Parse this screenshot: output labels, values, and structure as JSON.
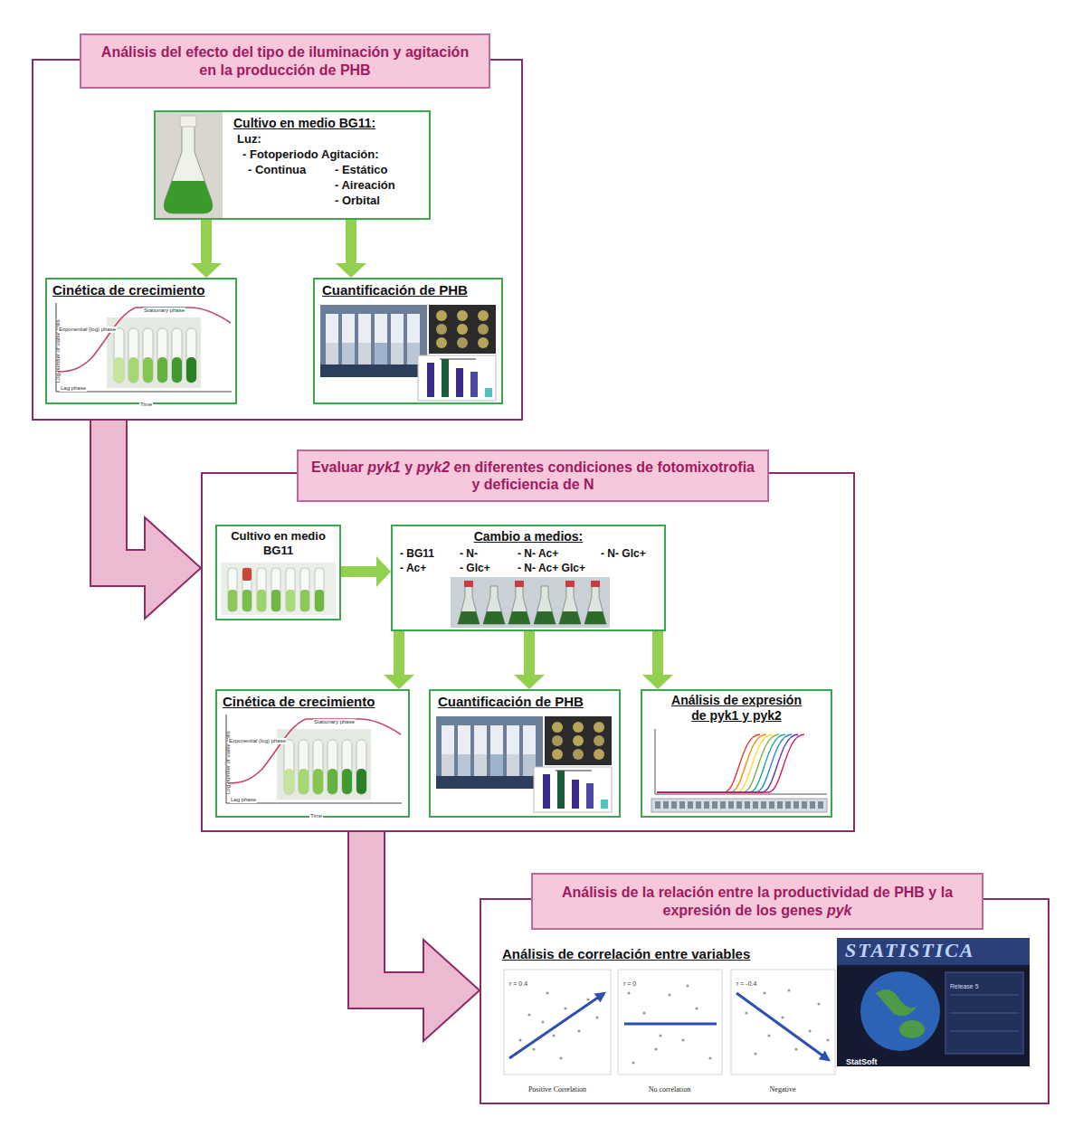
{
  "diagram": {
    "nodes": [
      {
        "text": [
          "Análisis del efecto del tipo de iluminación y agitación en la producción de PHB"
        ]
      },
      {
        "text": [
          "Cultivo en medio BG11:",
          "Luz:",
          "- Fotoperiodo",
          "- Continua",
          "Agitación:",
          "- Estático",
          "- Aireación",
          "- Orbital"
        ],
        "in": 0
      },
      {
        "text": [
          "Cinética de crecimiento"
        ],
        "in": 0
      },
      {
        "text": [
          "Cuantificación de PHB"
        ],
        "in": 0
      },
      {
        "text": [
          "Evaluar pyk1 y pyk2 en diferentes condiciones de fotomixotrofia y deficiencia de N"
        ]
      },
      {
        "text": [
          "Cultivo en medio BG11"
        ],
        "in": 4
      },
      {
        "text": [
          "Cambio a medios:",
          "- BG11",
          "- Ac+",
          "- N-",
          "- Glc+",
          "- N- Ac+",
          "- N- Ac+ Glc+",
          "- N- Glc+"
        ],
        "in": 4
      },
      {
        "text": [
          "Cinética de crecimiento"
        ],
        "in": 4
      },
      {
        "text": [
          "Cuantificación de PHB"
        ],
        "in": 4
      },
      {
        "text": [
          "Análisis de expresión de pyk1 y pyk2"
        ],
        "in": 4
      },
      {
        "text": [
          "Análisis de la relación entre la productividad de PHB y la expresión de los genes pyk",
          "Análisis de correlación entre variables"
        ]
      }
    ],
    "edges": [
      {
        "from": 1,
        "to": 2,
        "arrow": "to"
      },
      {
        "from": 1,
        "to": 3,
        "arrow": "to"
      },
      {
        "from": 0,
        "to": 4,
        "arrow": "to"
      },
      {
        "from": 5,
        "to": 6,
        "arrow": "to"
      },
      {
        "from": 6,
        "to": 7,
        "arrow": "to"
      },
      {
        "from": 6,
        "to": 8,
        "arrow": "to"
      },
      {
        "from": 6,
        "to": 9,
        "arrow": "to"
      },
      {
        "from": 4,
        "to": 10,
        "arrow": "to"
      }
    ],
    "labels": [
      "Stationary phase",
      "Exponential (log) phase",
      "Lag phase",
      "Time",
      "Log number of viable cells",
      "Stationary phase",
      "Exponential (log) phase",
      "Lag phase",
      "Time",
      "Log number of viable cells",
      "r = 0.4",
      "r = 0",
      "r = -0.4",
      "Positive Correlation",
      "No correlation",
      "Negative",
      "STATISTICA",
      "Release 5",
      "StatSoft"
    ]
  }
}
